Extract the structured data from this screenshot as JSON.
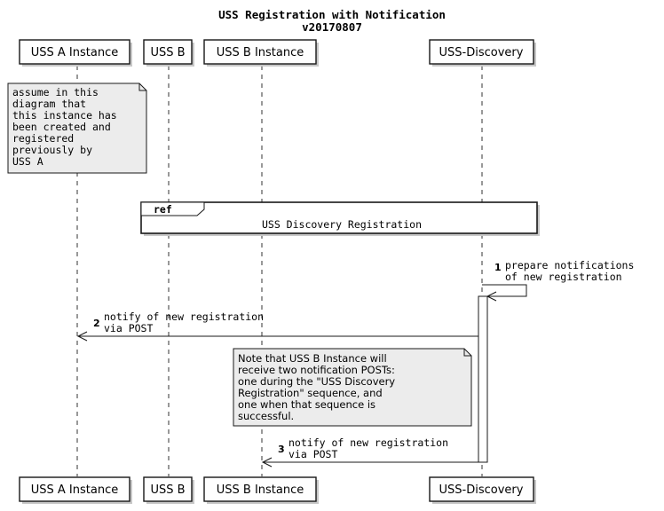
{
  "title": {
    "line1": "USS Registration with Notification",
    "line2": "v20170807"
  },
  "participants": [
    {
      "id": "ussa",
      "label": "USS A Instance"
    },
    {
      "id": "ussb",
      "label": "USS B"
    },
    {
      "id": "ussbi",
      "label": "USS B Instance"
    },
    {
      "id": "disc",
      "label": "USS-Discovery"
    }
  ],
  "note_ussa": {
    "lines": [
      "assume in this",
      "diagram that",
      "this instance has",
      "been created and",
      "registered",
      "previously by",
      "USS A"
    ]
  },
  "ref": {
    "tag": "ref",
    "text": "USS Discovery Registration"
  },
  "messages": [
    {
      "number": "1",
      "lines": [
        "prepare notifications",
        "of new registration"
      ]
    },
    {
      "number": "2",
      "lines": [
        "notify of new registration",
        "via POST"
      ]
    },
    {
      "number": "3",
      "lines": [
        "notify of new registration",
        "via POST"
      ]
    }
  ],
  "note_ussb": {
    "lines": [
      "Note that USS B Instance will",
      "receive two notification POSTs:",
      "one during the \"USS Discovery",
      "Registration\" sequence, and",
      "one when that sequence is",
      "successful."
    ]
  }
}
